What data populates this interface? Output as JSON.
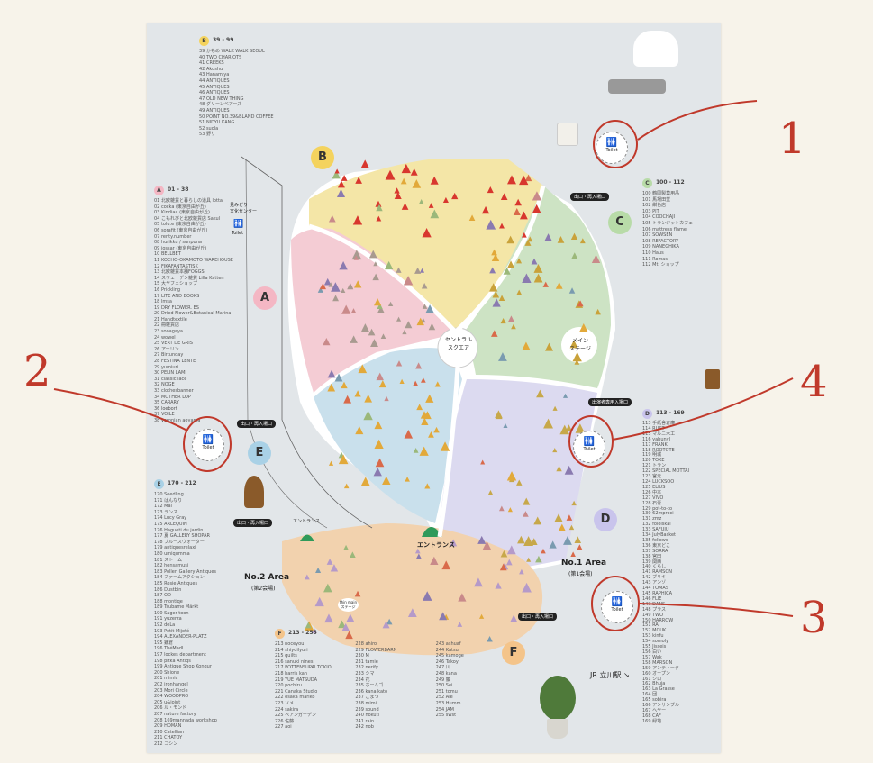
{
  "annotations": {
    "n1": "1",
    "n2": "2",
    "n3": "3",
    "n4": "4"
  },
  "zones": {
    "A": "A",
    "B": "B",
    "C": "C",
    "D": "D",
    "E": "E",
    "F": "F"
  },
  "places": {
    "central": "セントラル\nスクエア",
    "central_line1": "セントラル",
    "central_line2": "スクエア",
    "main_stage_line1": "メイン",
    "main_stage_line2": "ステージ",
    "entrance": "エントランス",
    "entrance_small": "エントランス",
    "no1_area": "No.1 Area",
    "no1_sub": "(第1会場)",
    "no2_area": "No.2 Area",
    "no2_sub": "(第2会場)",
    "jr": "JR 立川駅 ↘",
    "culture": "見みどり\n文化センター",
    "toilet": "Toilet",
    "thin_stage": "thin main\nステージ"
  },
  "badges": {
    "exit": "出口・再入場口",
    "staff": "出演者専用入場口"
  },
  "directory": {
    "A": {
      "range": "01 - 38",
      "items": [
        "01 北欧雑貨と暮らしの道具 lotta",
        "02 cocka (東京自由が丘)",
        "03 Kindiaa (東京自由が丘)",
        "04 こもれびと北欧雑貨店 Sakul",
        "05 tolu.e (東京自由が丘)",
        "06 sorafit (東京自由が丘)",
        "07 renty.number",
        "08 hurikku / sunpuna",
        "09 jossar (東京自由が丘)",
        "10 BELLBET",
        "11 KOCHO-OKAMOTO WAREHOUSE",
        "12 FIKAFANTASTISK",
        "13 北欧雑貨本舗FOGGS",
        "14 スウェーデン雑貨 Lilla Katten",
        "15 大ヤフェショップ",
        "16 Prickling",
        "17 LITE AND BOOKS",
        "18 lmsa",
        "19 DRY FLOWER. ES",
        "20 Dried Flower&Botanical Marina",
        "21 Handtextile",
        "22 冊雑貨店",
        "23 sooagaya",
        "24 wowel",
        "25 VERT DE GRIS",
        "26 アーリン",
        "27 Birtunday",
        "28 FESTINA LENTE",
        "29 yumiuri",
        "30 PELIN LAMI",
        "31 classic lace",
        "32 NOGE",
        "33 clothesbanner",
        "34 MOTHER LOP",
        "35 CARARY",
        "36 loebort",
        "37 VOILE",
        "38 veronian aoyama"
      ]
    },
    "B": {
      "range": "39 - 99",
      "items": [
        "39 かもめ WALK WALK SEOUL",
        "40 TWO CHARIOTS",
        "41 CREEKS",
        "42 Akushu",
        "43 Hanamiya",
        "44 ANTIQUES",
        "45 ANTIQUES",
        "46 ANTIQUES",
        "47 OLD NEW THING",
        "48 グリーンベアーズ",
        "49 ANTIQUES",
        "50 POINT NO.39&BLAND COFFEE",
        "51 NIDYU KANG",
        "52 suola",
        "53 野り"
      ]
    },
    "C": {
      "range": "100 - 112",
      "items": [
        "100 鶴岡製菓用品",
        "101 馬場田堂",
        "102 紺色店",
        "103 PIT",
        "104 COOCHAJI",
        "105 トランジットカフェ",
        "106 mattress flame",
        "107 SOWSEN",
        "108 REFACTORY",
        "109 NANEGHIKA",
        "110 Haus",
        "111 Romas",
        "112 Mt. ショップ"
      ]
    },
    "D": {
      "range": "113 - 169",
      "items": [
        "113 手紙舎倉庫",
        "114 RUST",
        "115 マルニ木工",
        "116 yabunyl",
        "117 FRANK",
        "118 ROOTOTE",
        "119 明城",
        "120 TOKE",
        "121 トラン",
        "122 SPECIAL MOTTAI",
        "123 宮元",
        "124 LUCKSOO",
        "125 ELIUS",
        "126 中本",
        "127 VIVO",
        "128 石膏",
        "129 pot-to-to",
        "130 62mproci",
        "131 zmz",
        "132 foloiskal",
        "133 SAFUJU",
        "134 JulyBasket",
        "135 fellows",
        "136 東京どこ",
        "137 SORRA",
        "138 宮田",
        "139 関西",
        "140 くらし",
        "141 RAMSON",
        "142 ブリキ",
        "143 アンゾ",
        "144 TOMAS",
        "145 RAPHICA",
        "146 FLIE",
        "147 DANS",
        "148 プラス",
        "149 TWO",
        "150 HARROW",
        "151 RA",
        "152 MOUK",
        "153 kinfu",
        "154 somoly",
        "155 Jisseis",
        "156 白い",
        "157 Wak",
        "158 MARSON",
        "159 アンティーク",
        "160 オープン",
        "161 シロ",
        "162 Bhuja",
        "163 La Grasse",
        "164 団",
        "165 sobira",
        "166 アンサンブル",
        "167 ヘヤー",
        "168 CAF",
        "169 緑地"
      ]
    },
    "E": {
      "range": "170 - 212",
      "items": [
        "170 Seedling",
        "171 はんなり",
        "172 Mai",
        "173 ランス",
        "174 Lucy Gray",
        "175 ARLEQUIN",
        "176 Hagueti du jardin",
        "177 夏 GALLERY SHOPAR",
        "178 ブルースウォーター",
        "179 antiquesrelaxi",
        "180 umiqumma",
        "181 ストーム",
        "182 honsamusi",
        "183 Pollen Gallery Antiques",
        "184 ファームアクション",
        "185 Rosie Antiques",
        "186 Dustbin",
        "187 OD",
        "188 montiqe",
        "189 Tsubame Märkt",
        "190 Sager toon",
        "191 yuzerza",
        "192 deLa",
        "193 Petit Mijoté",
        "194 ALEXANDER-PLATZ",
        "195 鎌倉",
        "196 ThéMadI",
        "197 lockes department",
        "198 pitka Antiqs",
        "199 Antique Shop Kongur",
        "200 Shione",
        "201 mimic",
        "202 ironhangel",
        "203 Mori Circle",
        "204 WOODPRO",
        "205 u&joint",
        "206 ル・モンド",
        "207 nature factory",
        "208 169mannada workshop",
        "209 HOMAN",
        "210 Catellian",
        "211 CHATOY",
        "212 コシン"
      ]
    },
    "F": {
      "range": "213 - 255",
      "items": [
        "213 noceyou",
        "214 shiyoilyuri",
        "215 quilts",
        "216 sanuki nines",
        "217 POTTENSUPAI TOKIO",
        "218 harris kan",
        "219 YUE MATSUDA",
        "220 pochiru",
        "221 Canaka Studio",
        "222 osaka mariko",
        "223 ソメ",
        "224 sakira",
        "225 ペアンガーデン",
        "226 佐藤",
        "227 aoi",
        "228 ahiro",
        "229 FLOWERBARN",
        "230 M",
        "231 tamie",
        "232 nerify",
        "233 シマ",
        "234 花",
        "235 ホームゴ",
        "236 kana kato",
        "237 こまつ",
        "238 mimi",
        "239 sound",
        "240 hokuti",
        "241 rain",
        "242 nob",
        "243 ashuaf",
        "244 Katsu",
        "245 kamoge",
        "246 Takoy",
        "247 川",
        "248 kana",
        "249 藤",
        "250 Sei",
        "251 tomu",
        "252 Ale",
        "253 Humm",
        "254 JAM",
        "255 swst"
      ]
    }
  }
}
